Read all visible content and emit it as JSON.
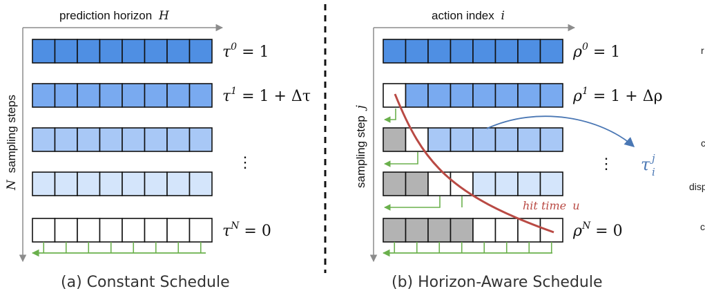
{
  "panel_a": {
    "x_axis_label": "prediction horizon",
    "x_axis_symbol": "H",
    "y_axis_label": "sampling steps",
    "y_axis_symbol": "N",
    "row_labels": [
      {
        "base": "τ",
        "sup": "0",
        "rhs": " = 1"
      },
      {
        "base": "τ",
        "sup": "1",
        "rhs": " = 1 + Δτ"
      },
      {
        "base": "",
        "sup": "",
        "rhs": ""
      },
      {
        "base": "",
        "sup": "",
        "rhs": ""
      },
      {
        "base": "τ",
        "sup": "N",
        "rhs": " = 0"
      }
    ],
    "ellipsis": "⋮",
    "caption": "(a) Constant Schedule",
    "grid": {
      "cells_per_row": 8,
      "rows": [
        [
          "a",
          "a",
          "a",
          "a",
          "a",
          "a",
          "a",
          "a"
        ],
        [
          "b",
          "b",
          "b",
          "b",
          "b",
          "b",
          "b",
          "b"
        ],
        [
          "c",
          "c",
          "c",
          "c",
          "c",
          "c",
          "c",
          "c"
        ],
        [
          "d",
          "d",
          "d",
          "d",
          "d",
          "d",
          "d",
          "d"
        ],
        [
          "w",
          "w",
          "w",
          "w",
          "w",
          "w",
          "w",
          "w"
        ]
      ]
    }
  },
  "panel_b": {
    "x_axis_label": "action index",
    "x_axis_symbol": "i",
    "y_axis_label": "sampling step",
    "y_axis_symbol": "j",
    "row_labels": [
      {
        "base": "ρ",
        "sup": "0",
        "rhs": " = 1"
      },
      {
        "base": "ρ",
        "sup": "1",
        "rhs": " = 1 + Δρ"
      },
      {
        "base": "",
        "sup": "",
        "rhs": ""
      },
      {
        "base": "",
        "sup": "",
        "rhs": ""
      },
      {
        "base": "ρ",
        "sup": "N",
        "rhs": " = 0"
      }
    ],
    "ellipsis": "⋮",
    "hit_time_label": "hit time",
    "hit_time_symbol": "u",
    "tau_label": {
      "base": "τ",
      "sup": "j",
      "sub": "i"
    },
    "caption": "(b) Horizon-Aware Schedule",
    "grid": {
      "cells_per_row": 8,
      "rows": [
        [
          "a",
          "a",
          "a",
          "a",
          "a",
          "a",
          "a",
          "a"
        ],
        [
          "w",
          "b",
          "b",
          "b",
          "b",
          "b",
          "b",
          "b"
        ],
        [
          "g",
          "w",
          "c",
          "c",
          "c",
          "c",
          "c",
          "c"
        ],
        [
          "g",
          "g",
          "w",
          "w",
          "d",
          "d",
          "d",
          "d"
        ],
        [
          "g",
          "g",
          "g",
          "g",
          "w",
          "w",
          "w",
          "w"
        ]
      ]
    }
  },
  "clipped_side_text": [
    "r",
    "c",
    "disp",
    "c"
  ],
  "colors": {
    "a": "#4f8fe3",
    "b": "#79aaf0",
    "c": "#a8c8f6",
    "d": "#d4e5fb",
    "w": "#ffffff",
    "g": "#b3b3b3",
    "grid_border": "#111111",
    "axis": "#8c8c8c",
    "green": "#6ab04c",
    "red": "#b94a44",
    "blue": "#4a77b4"
  }
}
